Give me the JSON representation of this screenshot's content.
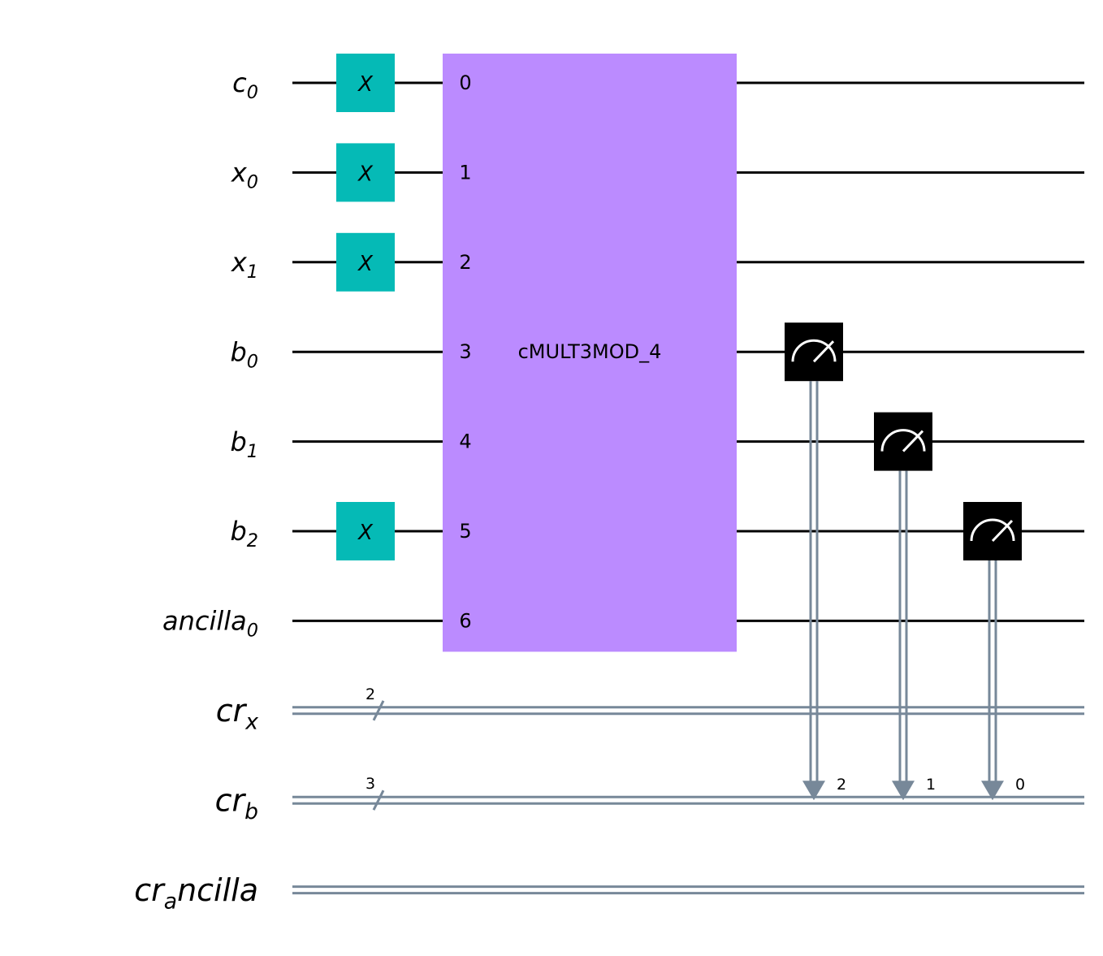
{
  "colors": {
    "wire": "#000000",
    "classical_wire": "#778899",
    "x_gate": "#05BAB6",
    "block": "#BB8BFF",
    "measure": "#000000",
    "background": "#FFFFFF"
  },
  "quantum_registers": [
    {
      "base": "c",
      "sub": "0"
    },
    {
      "base": "x",
      "sub": "0"
    },
    {
      "base": "x",
      "sub": "1"
    },
    {
      "base": "b",
      "sub": "0"
    },
    {
      "base": "b",
      "sub": "1"
    },
    {
      "base": "b",
      "sub": "2"
    },
    {
      "base": "ancilla",
      "sub": "0"
    }
  ],
  "classical_registers": [
    {
      "base": "cr",
      "sub": "x",
      "tail": "",
      "bundle_size": "2"
    },
    {
      "base": "cr",
      "sub": "b",
      "tail": "",
      "bundle_size": "3"
    },
    {
      "base": "cr",
      "sub": "a",
      "tail": "ncilla",
      "bundle_size": ""
    }
  ],
  "x_gates": [
    {
      "qubit": 0,
      "label": "X"
    },
    {
      "qubit": 1,
      "label": "X"
    },
    {
      "qubit": 2,
      "label": "X"
    },
    {
      "qubit": 5,
      "label": "X"
    }
  ],
  "block": {
    "label": "cMULT3MOD_4",
    "port_labels": [
      "0",
      "1",
      "2",
      "3",
      "4",
      "5",
      "6"
    ]
  },
  "measurements": [
    {
      "qubit": 3,
      "cbit_label": "2",
      "icon": "meter-icon"
    },
    {
      "qubit": 4,
      "cbit_label": "1",
      "icon": "meter-icon"
    },
    {
      "qubit": 5,
      "cbit_label": "0",
      "icon": "meter-icon"
    }
  ]
}
